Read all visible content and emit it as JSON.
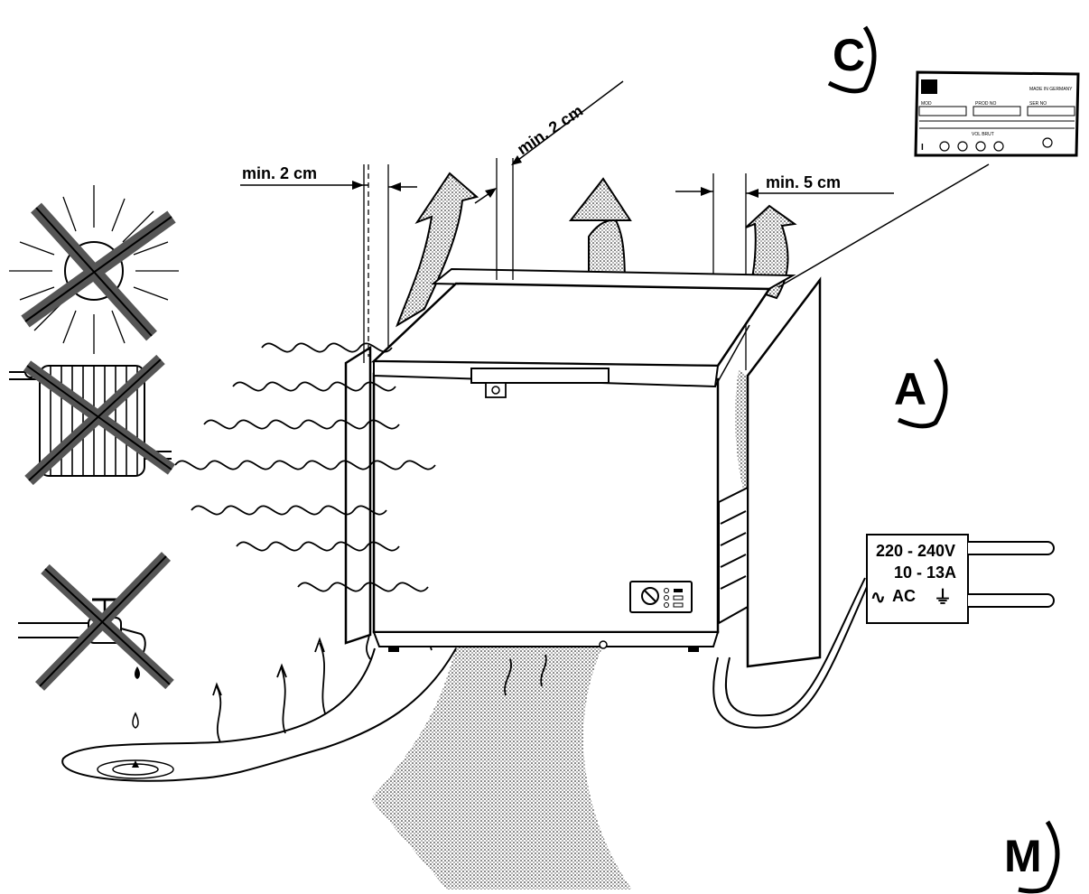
{
  "section_letters": {
    "c": "C",
    "a": "A",
    "m": "M"
  },
  "clearances": {
    "left": "min. 2 cm",
    "back": "min. 2 cm",
    "right": "min.  5 cm"
  },
  "plug": {
    "voltage": "220 - 240V",
    "current": "10 - 13A",
    "supply": "AC",
    "ac_symbol": "∿",
    "earth_symbol": "⏚"
  },
  "rating_plate": {
    "field_mod": "MOD",
    "field_prod": "PROD NO",
    "field_ser": "SER NO",
    "field_vol": "VOL BRUT",
    "made_in": "MADE IN GERMANY"
  },
  "warnings": [
    "sun-heat-prohibited",
    "radiator-prohibited",
    "water-tap-prohibited"
  ]
}
